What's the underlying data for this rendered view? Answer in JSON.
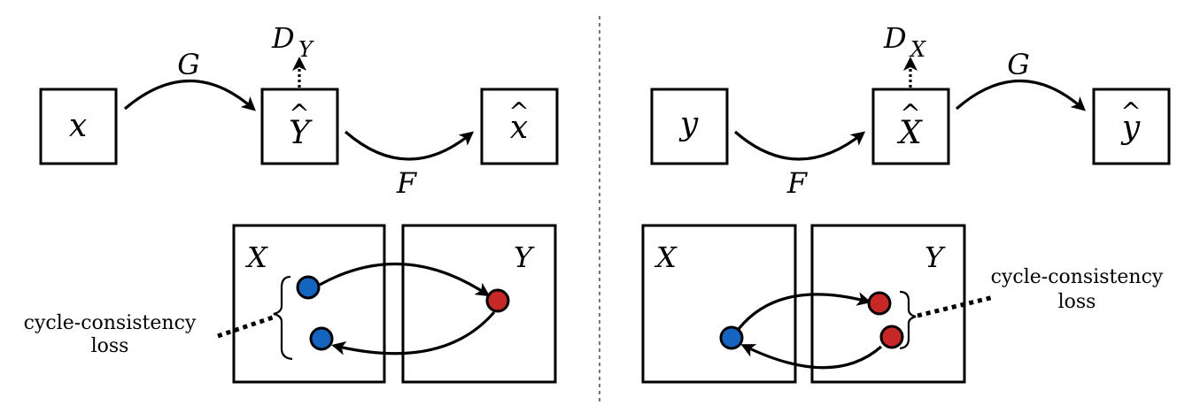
{
  "left": {
    "node_source": "x",
    "node_mid": "Y",
    "node_target": "x",
    "forward_label": "G",
    "backward_label": "F",
    "disc_main": "D",
    "disc_sub": "Y",
    "domain_a": "X",
    "domain_b": "Y",
    "loss_line1": "cycle-consistency",
    "loss_line2": "loss"
  },
  "right": {
    "node_source": "y",
    "node_mid": "X",
    "node_target": "y",
    "forward_label": "G",
    "backward_label": "F",
    "disc_main": "D",
    "disc_sub": "X",
    "domain_a": "X",
    "domain_b": "Y",
    "loss_line1": "cycle-consistency",
    "loss_line2": "loss"
  },
  "hat_glyph": "^",
  "colors": {
    "domain_x_point": "#1565c0",
    "domain_y_point": "#c62828"
  }
}
